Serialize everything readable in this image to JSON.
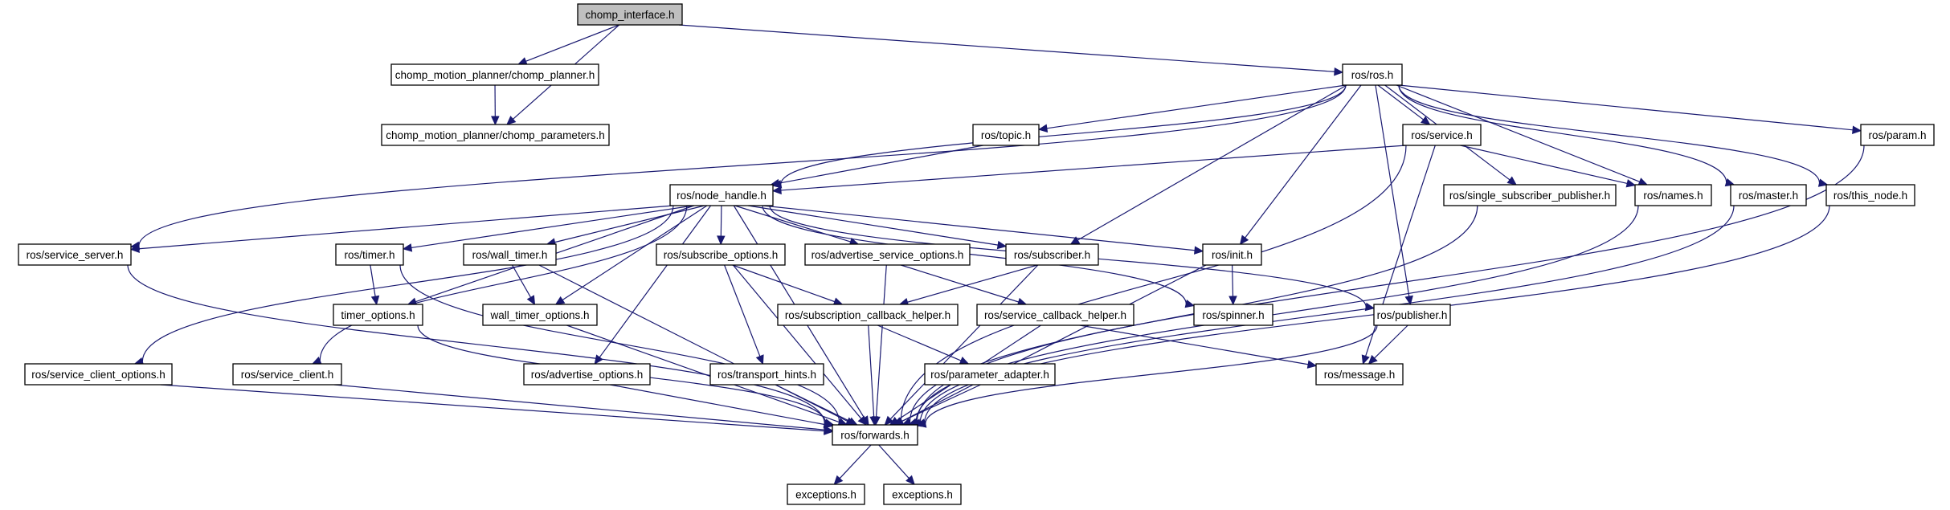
{
  "title": "chomp_interface.h include dependency graph",
  "colors": {
    "edge": "#191970",
    "root_fill": "#bfbfbf",
    "node_fill": "#ffffff",
    "node_border": "#000000"
  },
  "nodes": [
    {
      "id": "chomp_interface",
      "label": "chomp_interface.h",
      "root": true
    },
    {
      "id": "chomp_planner",
      "label": "chomp_motion_planner/chomp_planner.h"
    },
    {
      "id": "chomp_parameters",
      "label": "chomp_motion_planner/chomp_parameters.h"
    },
    {
      "id": "ros",
      "label": "ros/ros.h"
    },
    {
      "id": "topic",
      "label": "ros/topic.h"
    },
    {
      "id": "service",
      "label": "ros/service.h"
    },
    {
      "id": "param",
      "label": "ros/param.h"
    },
    {
      "id": "node_handle",
      "label": "ros/node_handle.h"
    },
    {
      "id": "single_sub_pub",
      "label": "ros/single_subscriber_publisher.h"
    },
    {
      "id": "names",
      "label": "ros/names.h"
    },
    {
      "id": "master",
      "label": "ros/master.h"
    },
    {
      "id": "this_node",
      "label": "ros/this_node.h"
    },
    {
      "id": "service_server",
      "label": "ros/service_server.h"
    },
    {
      "id": "timer",
      "label": "ros/timer.h"
    },
    {
      "id": "wall_timer",
      "label": "ros/wall_timer.h"
    },
    {
      "id": "subscribe_options",
      "label": "ros/subscribe_options.h"
    },
    {
      "id": "advertise_service_options",
      "label": "ros/advertise_service_options.h"
    },
    {
      "id": "subscriber",
      "label": "ros/subscriber.h"
    },
    {
      "id": "init",
      "label": "ros/init.h"
    },
    {
      "id": "timer_options",
      "label": "timer_options.h"
    },
    {
      "id": "wall_timer_options",
      "label": "wall_timer_options.h"
    },
    {
      "id": "subscription_callback_helper",
      "label": "ros/subscription_callback_helper.h"
    },
    {
      "id": "service_callback_helper",
      "label": "ros/service_callback_helper.h"
    },
    {
      "id": "spinner",
      "label": "ros/spinner.h"
    },
    {
      "id": "publisher",
      "label": "ros/publisher.h"
    },
    {
      "id": "service_client_options",
      "label": "ros/service_client_options.h"
    },
    {
      "id": "service_client",
      "label": "ros/service_client.h"
    },
    {
      "id": "advertise_options",
      "label": "ros/advertise_options.h"
    },
    {
      "id": "transport_hints",
      "label": "ros/transport_hints.h"
    },
    {
      "id": "parameter_adapter",
      "label": "ros/parameter_adapter.h"
    },
    {
      "id": "message",
      "label": "ros/message.h"
    },
    {
      "id": "forwards",
      "label": "ros/forwards.h"
    },
    {
      "id": "exceptions1",
      "label": "exceptions.h"
    },
    {
      "id": "exceptions2",
      "label": "exceptions.h"
    }
  ],
  "edges": [
    [
      "chomp_interface",
      "chomp_planner"
    ],
    [
      "chomp_interface",
      "chomp_parameters"
    ],
    [
      "chomp_interface",
      "ros"
    ],
    [
      "chomp_planner",
      "chomp_parameters"
    ],
    [
      "ros",
      "topic"
    ],
    [
      "ros",
      "service"
    ],
    [
      "ros",
      "param"
    ],
    [
      "ros",
      "node_handle"
    ],
    [
      "ros",
      "single_sub_pub"
    ],
    [
      "ros",
      "names"
    ],
    [
      "ros",
      "master"
    ],
    [
      "ros",
      "this_node"
    ],
    [
      "ros",
      "service_server"
    ],
    [
      "ros",
      "subscriber"
    ],
    [
      "ros",
      "init"
    ],
    [
      "ros",
      "publisher"
    ],
    [
      "topic",
      "node_handle"
    ],
    [
      "service",
      "node_handle"
    ],
    [
      "service",
      "names"
    ],
    [
      "service",
      "message"
    ],
    [
      "service",
      "forwards"
    ],
    [
      "param",
      "forwards"
    ],
    [
      "node_handle",
      "service_server"
    ],
    [
      "node_handle",
      "timer"
    ],
    [
      "node_handle",
      "wall_timer"
    ],
    [
      "node_handle",
      "subscribe_options"
    ],
    [
      "node_handle",
      "advertise_service_options"
    ],
    [
      "node_handle",
      "subscriber"
    ],
    [
      "node_handle",
      "init"
    ],
    [
      "node_handle",
      "timer_options"
    ],
    [
      "node_handle",
      "wall_timer_options"
    ],
    [
      "node_handle",
      "spinner"
    ],
    [
      "node_handle",
      "publisher"
    ],
    [
      "node_handle",
      "service_client_options"
    ],
    [
      "node_handle",
      "service_client"
    ],
    [
      "node_handle",
      "advertise_options"
    ],
    [
      "node_handle",
      "forwards"
    ],
    [
      "single_sub_pub",
      "forwards"
    ],
    [
      "names",
      "forwards"
    ],
    [
      "master",
      "forwards"
    ],
    [
      "this_node",
      "forwards"
    ],
    [
      "service_server",
      "forwards"
    ],
    [
      "timer",
      "timer_options"
    ],
    [
      "timer",
      "forwards"
    ],
    [
      "wall_timer",
      "wall_timer_options"
    ],
    [
      "wall_timer",
      "forwards"
    ],
    [
      "subscribe_options",
      "subscription_callback_helper"
    ],
    [
      "subscribe_options",
      "transport_hints"
    ],
    [
      "subscribe_options",
      "forwards"
    ],
    [
      "advertise_service_options",
      "service_callback_helper"
    ],
    [
      "advertise_service_options",
      "forwards"
    ],
    [
      "subscriber",
      "subscription_callback_helper"
    ],
    [
      "subscriber",
      "forwards"
    ],
    [
      "init",
      "spinner"
    ],
    [
      "init",
      "forwards"
    ],
    [
      "timer_options",
      "forwards"
    ],
    [
      "wall_timer_options",
      "forwards"
    ],
    [
      "subscription_callback_helper",
      "parameter_adapter"
    ],
    [
      "subscription_callback_helper",
      "forwards"
    ],
    [
      "service_callback_helper",
      "message"
    ],
    [
      "service_callback_helper",
      "forwards"
    ],
    [
      "publisher",
      "message"
    ],
    [
      "publisher",
      "forwards"
    ],
    [
      "service_client_options",
      "forwards"
    ],
    [
      "service_client",
      "forwards"
    ],
    [
      "advertise_options",
      "forwards"
    ],
    [
      "transport_hints",
      "forwards"
    ],
    [
      "parameter_adapter",
      "forwards"
    ],
    [
      "forwards",
      "exceptions1"
    ],
    [
      "forwards",
      "exceptions2"
    ]
  ]
}
